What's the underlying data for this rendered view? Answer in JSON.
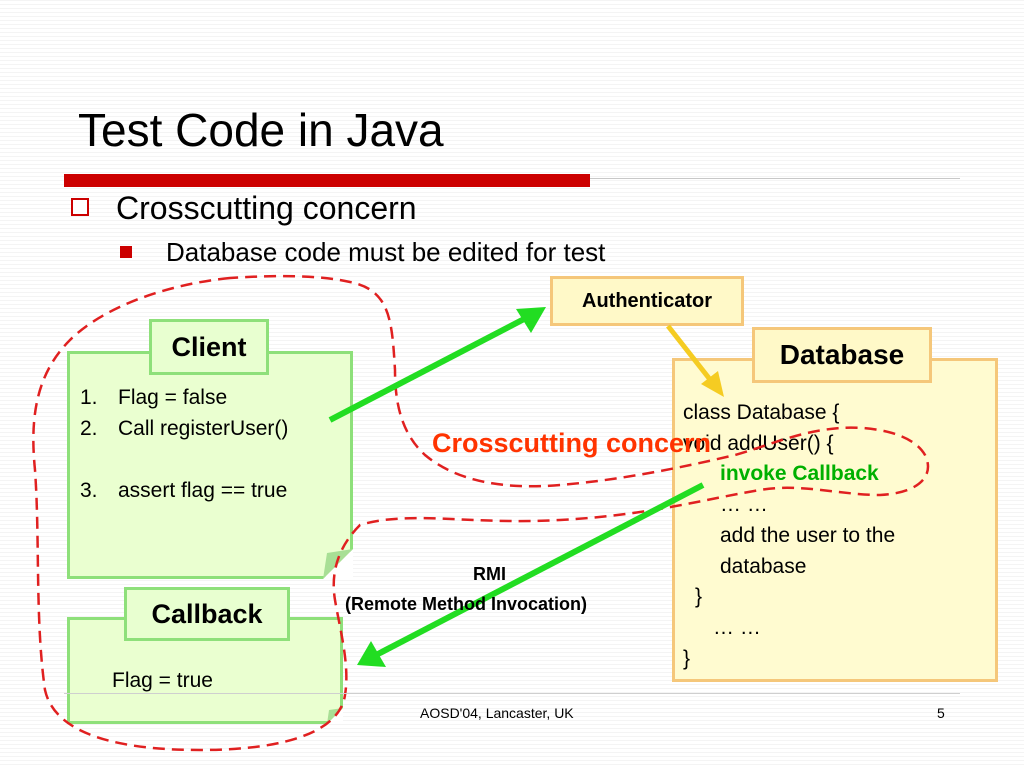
{
  "slide": {
    "title": "Test Code in Java",
    "bullet1": "Crosscutting concern",
    "bullet2": "Database code must be edited for test",
    "footer": "AOSD'04, Lancaster, UK",
    "page_number": "5"
  },
  "client": {
    "label": "Client",
    "steps": [
      {
        "num": "1.",
        "text": "Flag = false"
      },
      {
        "num": "2.",
        "text": "Call registerUser()"
      },
      {
        "num": "3.",
        "text": "assert flag == true"
      }
    ]
  },
  "callback": {
    "label": "Callback",
    "body": "Flag = true"
  },
  "authenticator": {
    "label": "Authenticator"
  },
  "database": {
    "label": "Database",
    "code": [
      "class Database {",
      "  void addUser() {",
      "invoke Callback",
      "… …",
      "add the user to the",
      "database",
      "}",
      "… …",
      "}"
    ]
  },
  "annotations": {
    "crosscutting": "Crosscutting concern",
    "rmi": "RMI",
    "rmi_full": "(Remote Method Invocation)"
  },
  "colors": {
    "accent_red": "#cc0000",
    "arrow_green": "#22dd22",
    "arrow_yellow": "#f5cc22",
    "dash_red": "#e02020",
    "crosscut_text": "#ff3300",
    "invoke_green": "#00b000"
  }
}
